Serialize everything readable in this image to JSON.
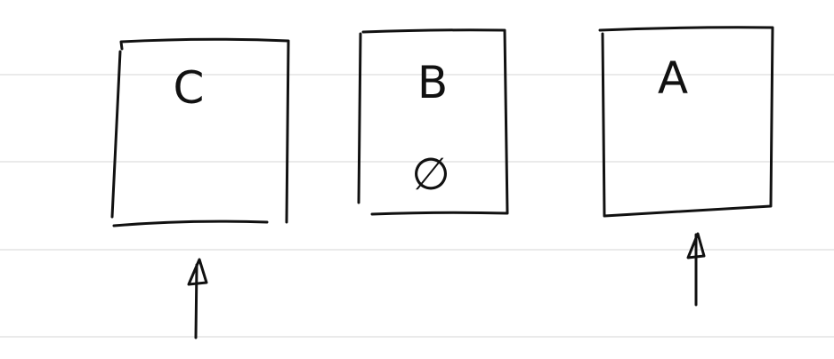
{
  "boxes": [
    {
      "letter": "C",
      "content": ""
    },
    {
      "letter": "B",
      "content": "∅"
    },
    {
      "letter": "A",
      "content": ""
    }
  ],
  "colors": {
    "background": "#ffffff",
    "ink": "#111111",
    "ruled_lines": "#e3e3e3"
  },
  "icons": [
    "up-arrow-icon",
    "up-arrow-icon"
  ]
}
